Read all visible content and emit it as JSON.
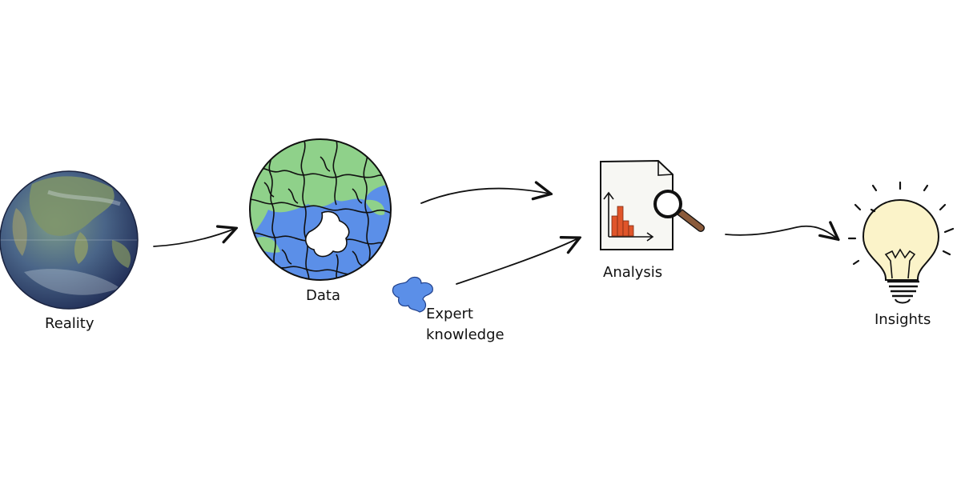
{
  "stages": {
    "reality": {
      "label": "Reality"
    },
    "data": {
      "label": "Data"
    },
    "expert": {
      "label_line1": "Expert",
      "label_line2": "knowledge"
    },
    "analysis": {
      "label": "Analysis"
    },
    "insights": {
      "label": "Insights"
    }
  },
  "colors": {
    "ink": "#111111",
    "ocean_blue": "#5b8fe8",
    "land_green": "#8fd18a",
    "earth_dark": "#2e3f66",
    "earth_green": "#6f8b5d",
    "chart_orange": "#e0552a",
    "bulb_yellow": "#fbf3c9",
    "handle_brown": "#8a5a3a",
    "paper": "#f7f7f3"
  },
  "icons": [
    "earth-globe-icon",
    "puzzle-globe-icon",
    "puzzle-piece-icon",
    "document-magnifier-icon",
    "lightbulb-icon"
  ]
}
